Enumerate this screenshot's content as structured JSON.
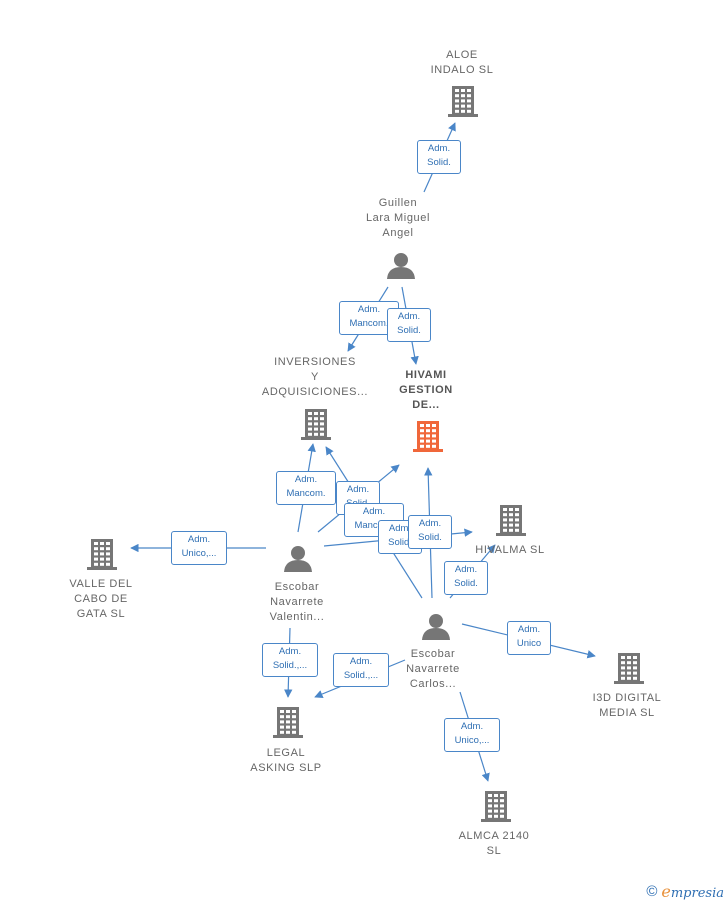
{
  "colors": {
    "edge": "#4a86c8",
    "company": "#767676",
    "person": "#767676",
    "main_company": "#f0673a"
  },
  "nodes": [
    {
      "id": "aloe",
      "type": "company",
      "label": "ALOE\nINDALO  SL"
    },
    {
      "id": "guillen",
      "type": "person",
      "label": "Guillen\nLara Miguel\nAngel"
    },
    {
      "id": "inversiones",
      "type": "company",
      "label": "INVERSIONES\nY\nADQUISICIONES..."
    },
    {
      "id": "hivami",
      "type": "main_company",
      "label": "HIVAMI\nGESTION\nDE..."
    },
    {
      "id": "hivalma",
      "type": "company",
      "label": "HIVALMA  SL"
    },
    {
      "id": "valle",
      "type": "company",
      "label": "VALLE DEL\nCABO DE\nGATA  SL"
    },
    {
      "id": "valentin",
      "type": "person",
      "label": "Escobar\nNavarrete\nValentin..."
    },
    {
      "id": "carlos",
      "type": "person",
      "label": "Escobar\nNavarrete\nCarlos..."
    },
    {
      "id": "i3d",
      "type": "company",
      "label": "I3D DIGITAL\nMEDIA  SL"
    },
    {
      "id": "legal",
      "type": "company",
      "label": "LEGAL\nASKING SLP"
    },
    {
      "id": "almca",
      "type": "company",
      "label": "ALMCA 2140\nSL"
    }
  ],
  "edges": [
    {
      "from": "guillen",
      "to": "aloe",
      "label": "Adm.\nSolid."
    },
    {
      "from": "guillen",
      "to": "inversiones",
      "label": "Adm.\nMancom."
    },
    {
      "from": "guillen",
      "to": "hivami",
      "label": "Adm.\nSolid."
    },
    {
      "from": "valentin",
      "to": "inversiones",
      "label": "Adm.\nMancom."
    },
    {
      "from": "valentin",
      "to": "hivami",
      "label": "Adm.\nSolid."
    },
    {
      "from": "valentin",
      "to": "hivalma",
      "label": "Adm.\nMancom."
    },
    {
      "from": "valentin",
      "to": "valle",
      "label": "Adm.\nUnico,..."
    },
    {
      "from": "valentin",
      "to": "legal",
      "label": "Adm.\nSolid.,..."
    },
    {
      "from": "carlos",
      "to": "inversiones",
      "label": "Adm.\nSolid."
    },
    {
      "from": "carlos",
      "to": "hivami",
      "label": "Adm.\nSolid."
    },
    {
      "from": "carlos",
      "to": "hivalma",
      "label": "Adm.\nSolid."
    },
    {
      "from": "carlos",
      "to": "i3d",
      "label": "Adm.\nUnico"
    },
    {
      "from": "carlos",
      "to": "legal",
      "label": "Adm.\nSolid.,..."
    },
    {
      "from": "carlos",
      "to": "almca",
      "label": "Adm.\nUnico,..."
    }
  ],
  "brand": {
    "copyright": "©",
    "initial": "e",
    "name": "mpresia"
  }
}
